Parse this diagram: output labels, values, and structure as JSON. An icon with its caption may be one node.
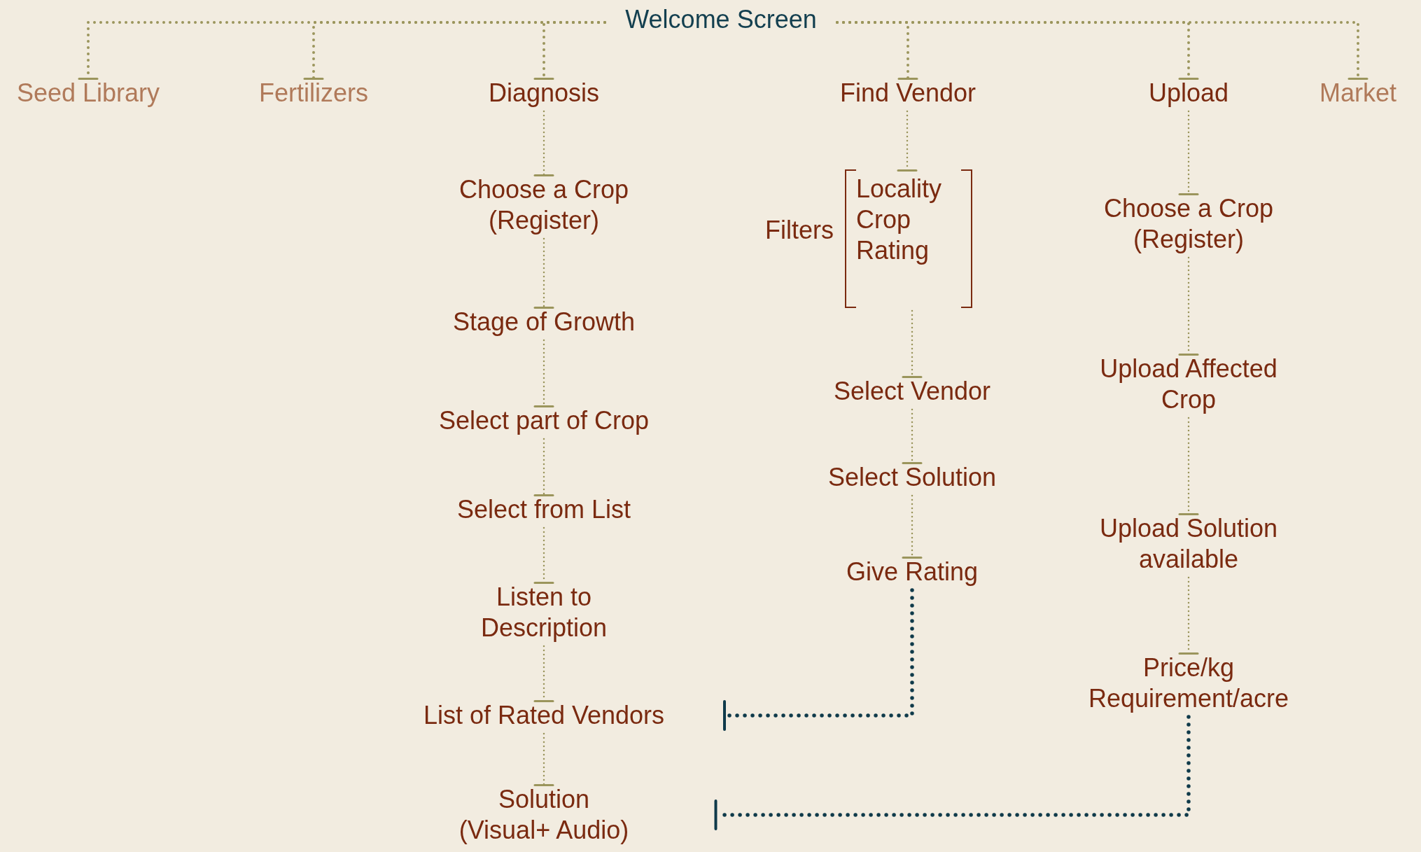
{
  "diagram": {
    "nodes": [
      {
        "text": [
          "Welcome Screen"
        ]
      },
      {
        "text": [
          "Seed Library"
        ]
      },
      {
        "text": [
          "Fertilizers"
        ]
      },
      {
        "text": [
          "Diagnosis"
        ]
      },
      {
        "text": [
          "Find Vendor"
        ]
      },
      {
        "text": [
          "Upload"
        ]
      },
      {
        "text": [
          "Market"
        ]
      },
      {
        "text": [
          "Choose a Crop (Register)"
        ]
      },
      {
        "text": [
          "Stage of Growth"
        ]
      },
      {
        "text": [
          "Select part of Crop"
        ]
      },
      {
        "text": [
          "Select from List"
        ]
      },
      {
        "text": [
          "Listen to Description"
        ]
      },
      {
        "text": [
          "List of Rated Vendors"
        ]
      },
      {
        "text": [
          "Solution (Visual+ Audio)"
        ]
      },
      {
        "text": [
          "Locality",
          "Crop",
          "Rating"
        ],
        "beside": [
          "Filters"
        ]
      },
      {
        "text": [
          "Select Vendor"
        ]
      },
      {
        "text": [
          "Select Solution"
        ]
      },
      {
        "text": [
          "Give Rating"
        ]
      },
      {
        "text": [
          "Choose a Crop (Register)"
        ]
      },
      {
        "text": [
          "Upload Affected Crop"
        ]
      },
      {
        "text": [
          "Upload Solution available"
        ]
      },
      {
        "text": [
          "Price/kg Requirement/acre"
        ]
      }
    ],
    "edges": [
      {
        "from": 0,
        "to": 1,
        "arrow": "other"
      },
      {
        "from": 0,
        "to": 2,
        "arrow": "other"
      },
      {
        "from": 0,
        "to": 3,
        "arrow": "other"
      },
      {
        "from": 0,
        "to": 4,
        "arrow": "other"
      },
      {
        "from": 0,
        "to": 5,
        "arrow": "other"
      },
      {
        "from": 0,
        "to": 6,
        "arrow": "other"
      },
      {
        "from": 3,
        "to": 7,
        "arrow": "other"
      },
      {
        "from": 7,
        "to": 8,
        "arrow": "other"
      },
      {
        "from": 8,
        "to": 9,
        "arrow": "other"
      },
      {
        "from": 9,
        "to": 10,
        "arrow": "other"
      },
      {
        "from": 10,
        "to": 11,
        "arrow": "other"
      },
      {
        "from": 11,
        "to": 12,
        "arrow": "other"
      },
      {
        "from": 12,
        "to": 13,
        "arrow": "other"
      },
      {
        "from": 4,
        "to": 14,
        "arrow": "other"
      },
      {
        "from": 14,
        "to": 15,
        "arrow": "other"
      },
      {
        "from": 15,
        "to": 16,
        "arrow": "other"
      },
      {
        "from": 16,
        "to": 17,
        "arrow": "other"
      },
      {
        "from": 5,
        "to": 18,
        "arrow": "other"
      },
      {
        "from": 18,
        "to": 19,
        "arrow": "other"
      },
      {
        "from": 19,
        "to": 20,
        "arrow": "other"
      },
      {
        "from": 20,
        "to": 21,
        "arrow": "other"
      },
      {
        "from": 17,
        "to": 12,
        "arrow": "other",
        "style": "dashed",
        "color": "#0f3a4a"
      },
      {
        "from": 21,
        "to": 13,
        "arrow": "other",
        "style": "dashed",
        "color": "#0f3a4a"
      }
    ]
  }
}
